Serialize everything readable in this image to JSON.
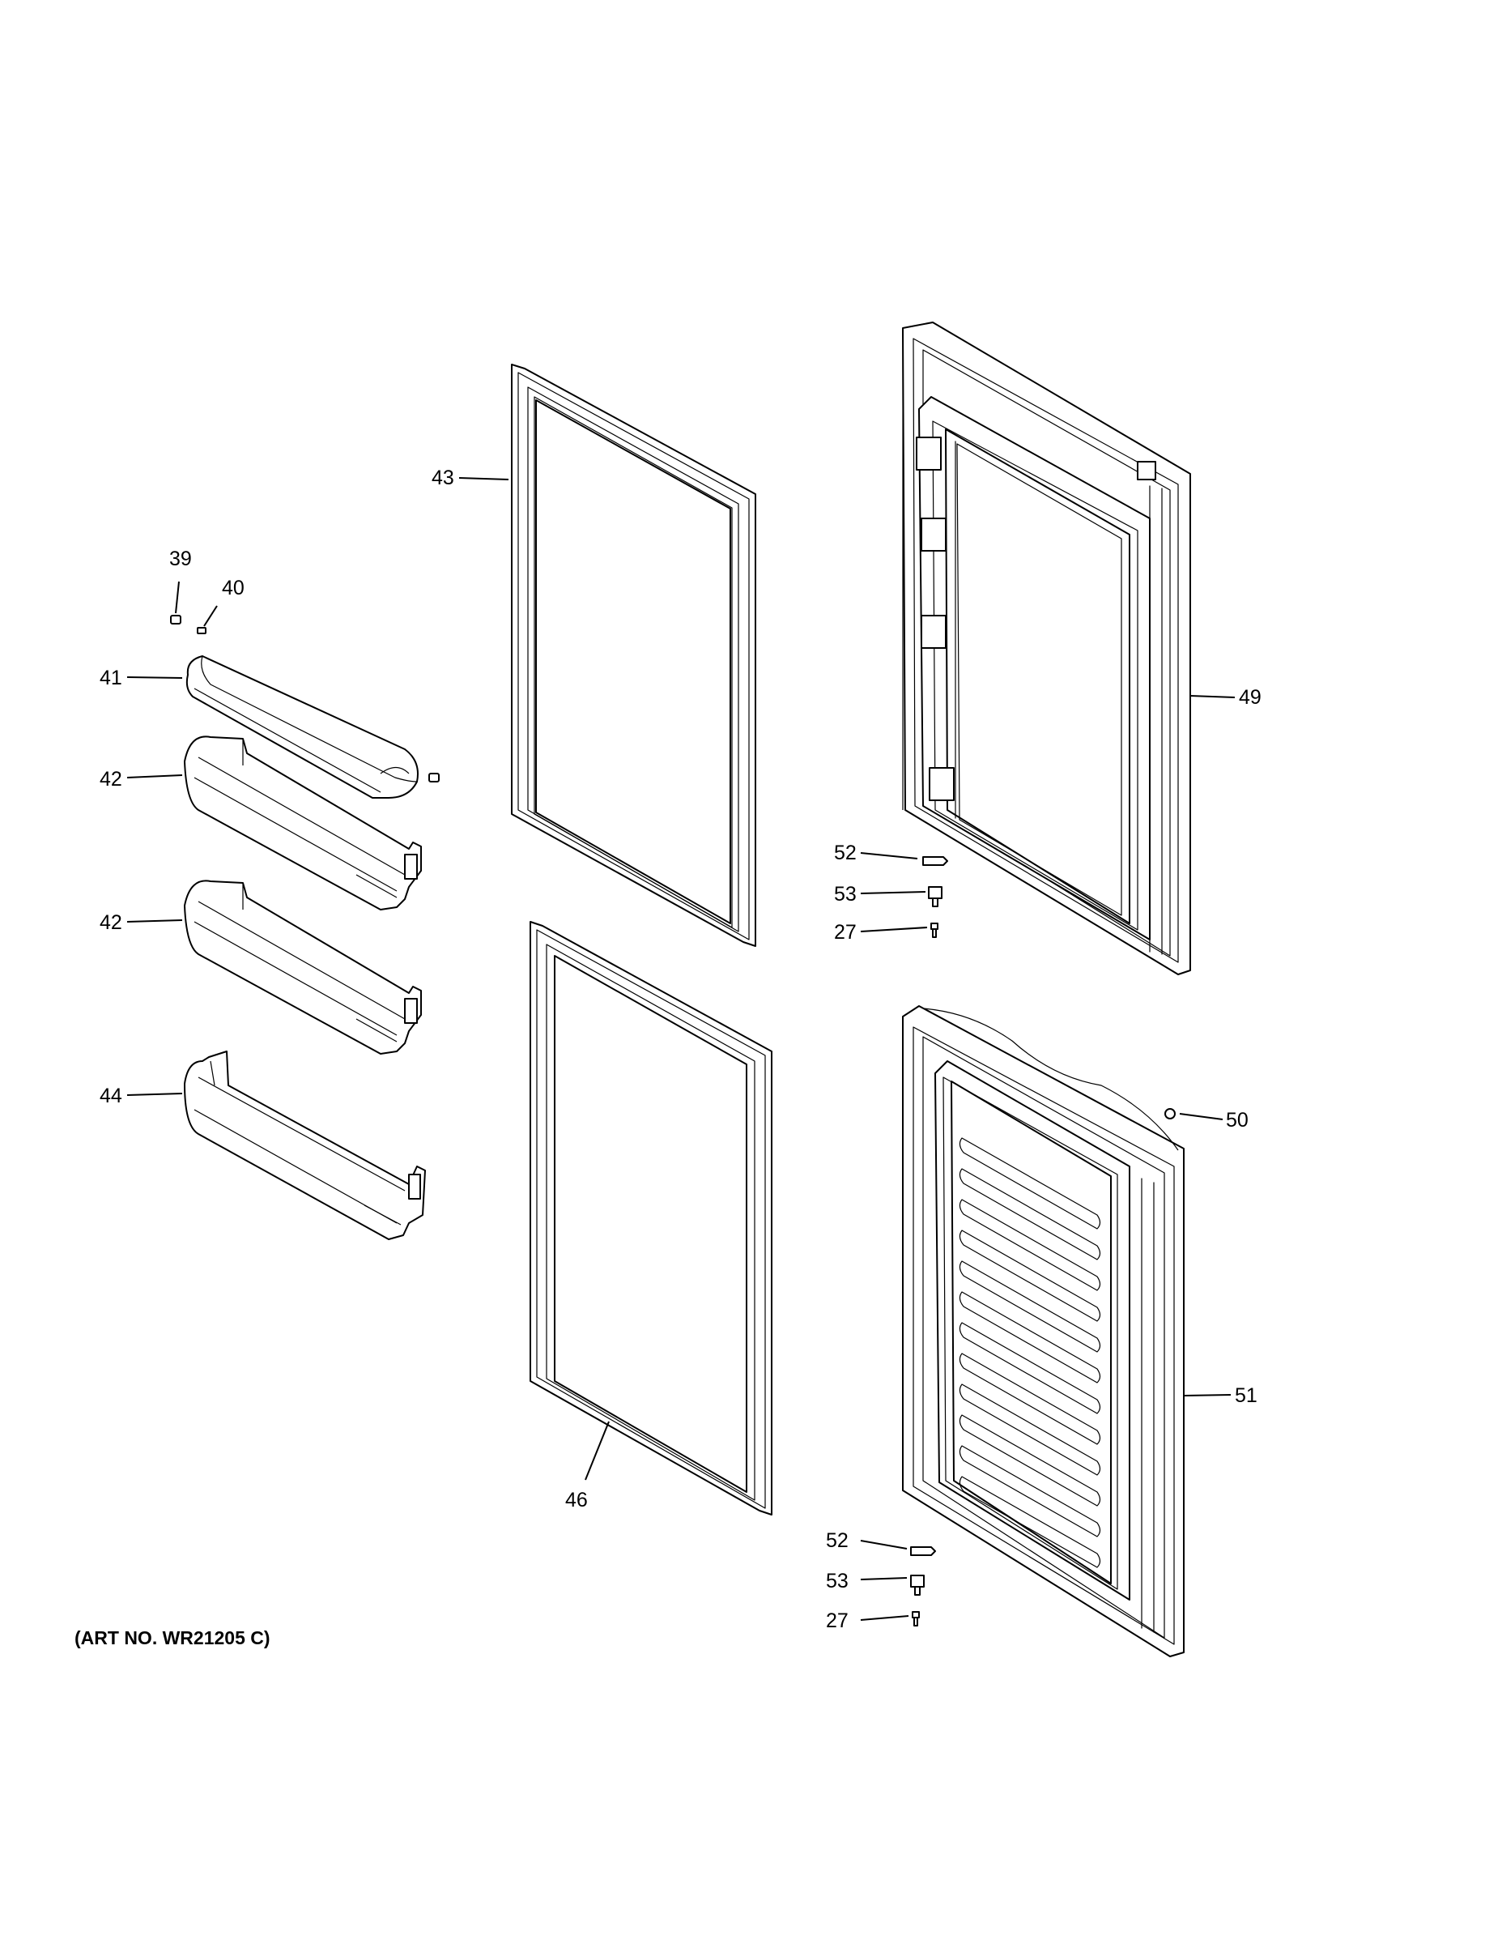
{
  "art_number": "(ART NO. WR21205 C)",
  "labels": {
    "p39": "39",
    "p40": "40",
    "p41": "41",
    "p42a": "42",
    "p42b": "42",
    "p43": "43",
    "p44": "44",
    "p46": "46",
    "p49": "49",
    "p50": "50",
    "p51": "51",
    "p52a": "52",
    "p53a": "53",
    "p27a": "27",
    "p52b": "52",
    "p53b": "53",
    "p27b": "27"
  }
}
